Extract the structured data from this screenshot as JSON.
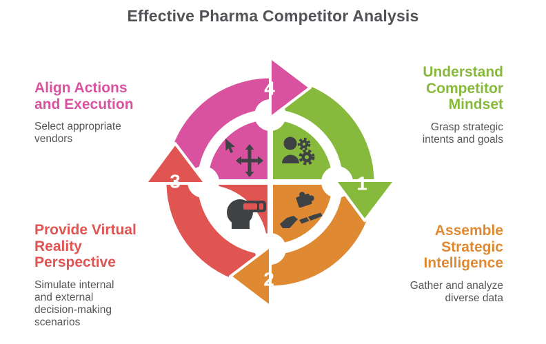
{
  "title": "Effective Pharma Competitor Analysis",
  "title_color": "#525257",
  "body_text_color": "#55555A",
  "icon_color": "#3F4245",
  "background": "#FFFFFF",
  "steps": [
    {
      "number": "1",
      "heading": "Understand\nCompetitor\nMindset",
      "description": "Grasp strategic\nintents and goals",
      "color": "#87BA3C",
      "icon": "person-gears-icon",
      "position": "right-top"
    },
    {
      "number": "2",
      "heading": "Assemble\nStrategic\nIntelligence",
      "description": "Gather and analyze\ndiverse data",
      "color": "#DF8A33",
      "icon": "hand-puzzle-icon",
      "position": "right-bottom"
    },
    {
      "number": "3",
      "heading": "Provide Virtual\nReality\nPerspective",
      "description": "Simulate internal\nand external\ndecision-making\nscenarios",
      "color": "#E05452",
      "icon": "vr-headset-icon",
      "position": "left-bottom"
    },
    {
      "number": "4",
      "heading": "Align Actions\nand Execution",
      "description": "Select appropriate\nvendors",
      "color": "#D9529F",
      "icon": "move-arrows-icon",
      "position": "left-top"
    }
  ]
}
